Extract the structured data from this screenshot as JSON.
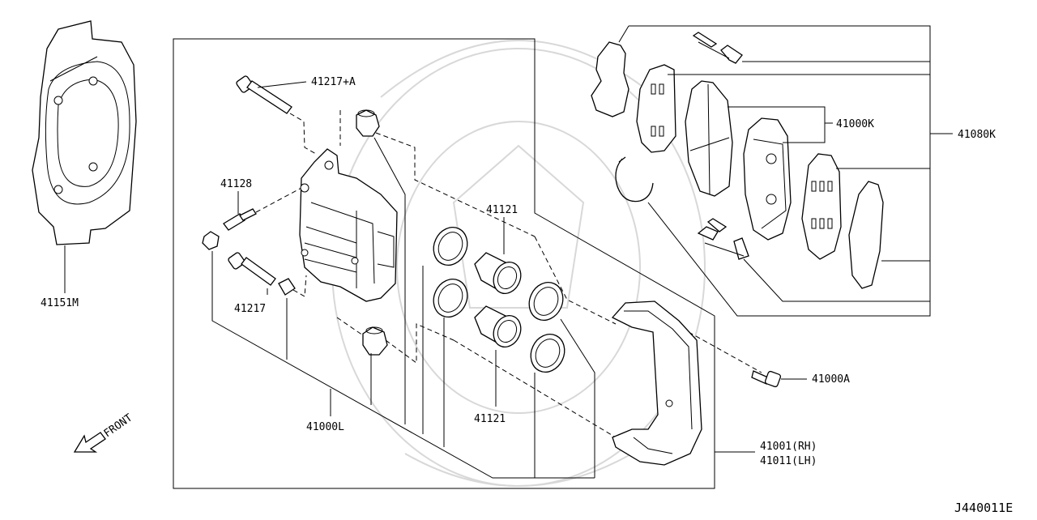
{
  "diagram_id": "J440011E",
  "direction_label": "FRONT",
  "labels": {
    "dust_shield": "41151M",
    "pin_bolt_a": "41217+A",
    "pin_bolt": "41217",
    "bleeder": "41128",
    "caliper_assy": "41000L",
    "piston_seal_upper": "41121",
    "piston_seal_lower": "41121",
    "pad_kit": "41000K",
    "pad_hardware_kit": "41080K",
    "torque_member_bolt": "41000A",
    "torque_member_rh": "41001(RH)",
    "torque_member_lh": "41011(LH)"
  }
}
